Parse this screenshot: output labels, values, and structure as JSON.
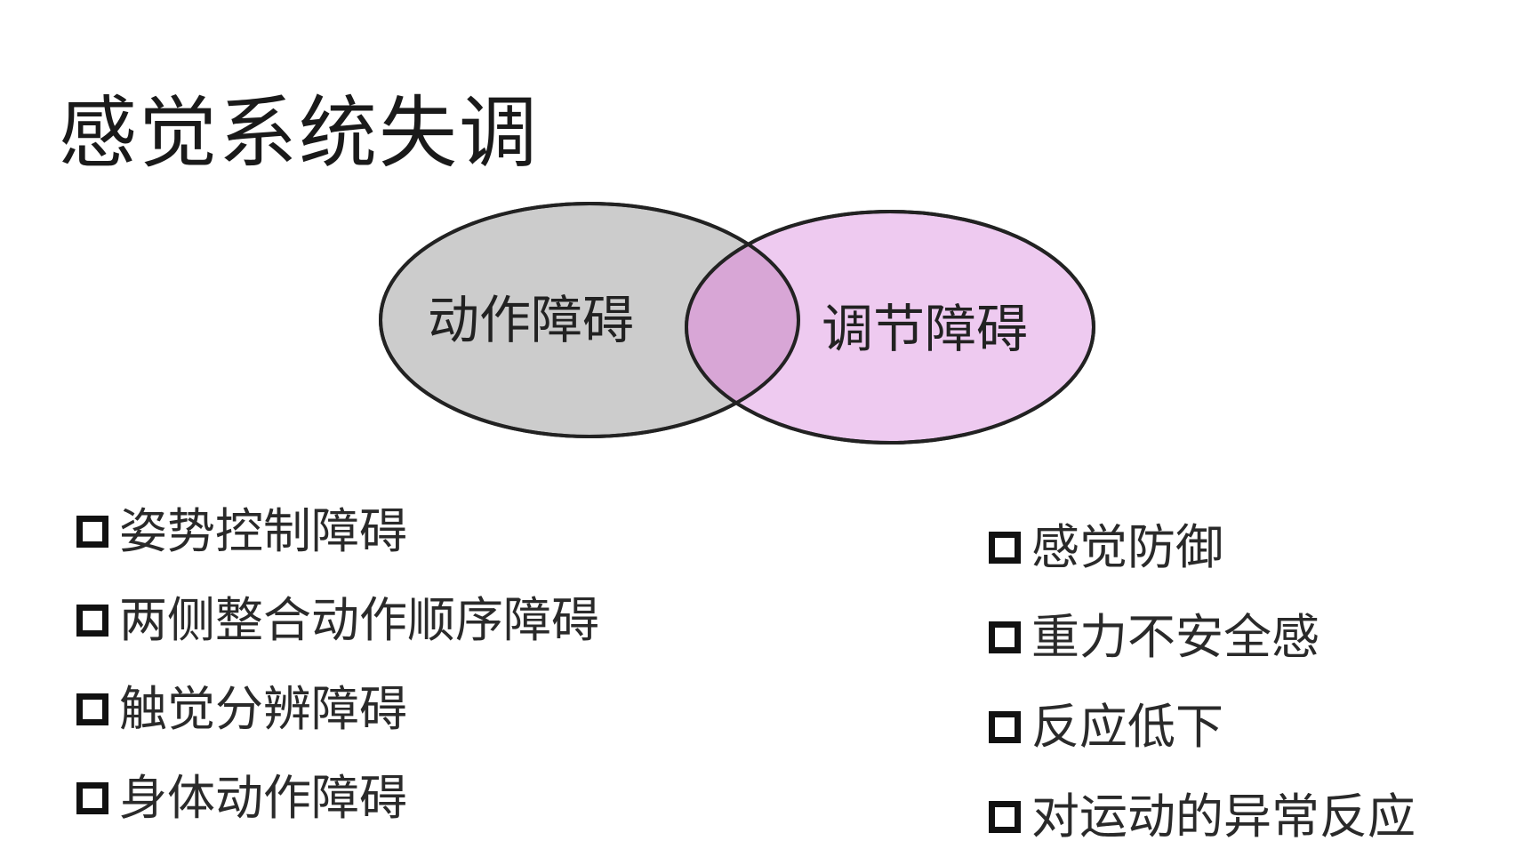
{
  "title": "感觉系统失调",
  "venn": {
    "left_circle": {
      "label": "动作障碍",
      "fill": "#cccccc"
    },
    "right_circle": {
      "label": "调节障碍",
      "fill": "#eecaf0"
    },
    "overlap_fill": "#d8a6d6",
    "stroke": "#222222"
  },
  "left_list": [
    {
      "label": "姿势控制障碍"
    },
    {
      "label": "两侧整合动作顺序障碍"
    },
    {
      "label": "触觉分辨障碍"
    },
    {
      "label": "身体动作障碍"
    }
  ],
  "right_list": [
    {
      "label": "感觉防御"
    },
    {
      "label": "重力不安全感"
    },
    {
      "label": "反应低下"
    },
    {
      "label": "对运动的异常反应"
    }
  ],
  "checkbox_icon": "square-checkbox-icon"
}
